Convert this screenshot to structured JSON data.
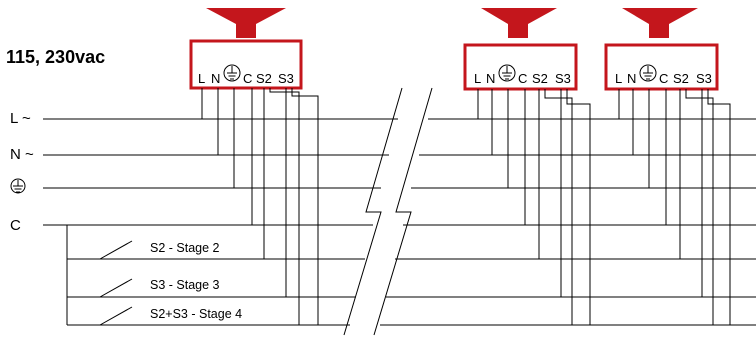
{
  "heading": "115, 230vac",
  "colors": {
    "sounder_red": "#c4161c",
    "line": "#000000",
    "background": "#ffffff"
  },
  "bus_labels": [
    "L ~",
    "N ~",
    "⏚",
    "C"
  ],
  "sounders": [
    {
      "terminals": [
        "L",
        "N",
        "⏚",
        "C",
        "S2",
        "S3"
      ]
    },
    {
      "terminals": [
        "L",
        "N",
        "⏚",
        "C",
        "S2",
        "S3"
      ]
    },
    {
      "terminals": [
        "L",
        "N",
        "⏚",
        "C",
        "S2",
        "S3"
      ]
    }
  ],
  "switches": [
    {
      "label": "S2 - Stage 2"
    },
    {
      "label": "S3 - Stage 3"
    },
    {
      "label": "S2+S3 - Stage 4"
    }
  ]
}
